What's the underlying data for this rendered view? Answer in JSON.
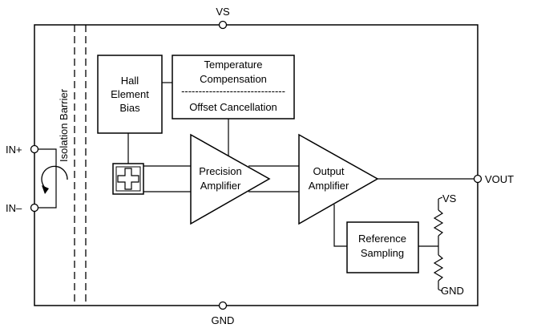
{
  "pins": {
    "vs_top": "VS",
    "gnd_bottom": "GND",
    "in_plus": "IN+",
    "in_minus": "IN–",
    "vout": "VOUT",
    "ref_vs": "VS",
    "ref_gnd": "GND"
  },
  "isolation_barrier": "Isolation Barrier",
  "blocks": {
    "hall_bias": [
      "Hall",
      "Element",
      "Bias"
    ],
    "temp_comp": {
      "line1": "Temperature",
      "line2": "Compensation",
      "separator": "------------------------------",
      "line3": "Offset Cancellation"
    },
    "precision_amp": [
      "Precision",
      "Amplifier"
    ],
    "output_amp": [
      "Output",
      "Amplifier"
    ],
    "ref_sampling": [
      "Reference",
      "Sampling"
    ]
  }
}
